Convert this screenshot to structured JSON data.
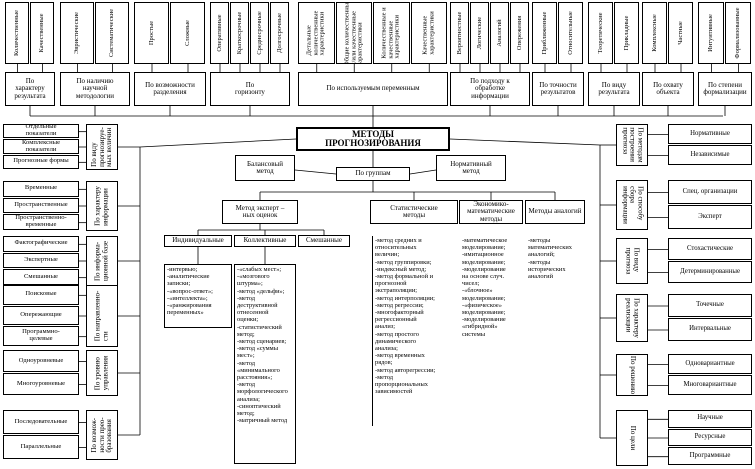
{
  "center": {
    "title": "МЕТОДЫ\nПРОГНОЗИРОВАНИЯ",
    "groups": "По группам"
  },
  "top_categories": [
    {
      "id": "t1",
      "label": "По\nхарактеру\nрезультата",
      "items": [
        "Количественные",
        "Качественные"
      ]
    },
    {
      "id": "t2",
      "label": "По наличию\nнаучной\nметодологии",
      "items": [
        "Эвристические",
        "Систематические"
      ]
    },
    {
      "id": "t3",
      "label": "По возможности\nразделения",
      "items": [
        "Простые",
        "Сложные"
      ]
    },
    {
      "id": "t4",
      "label": "По\nгоризонту",
      "items": [
        "Оперативные",
        "Краткосрочные",
        "Среднесрочные",
        "Долгосрочные"
      ]
    },
    {
      "id": "t5",
      "label": "По используемым переменным",
      "items": [
        "Детальные\nколичественные\nхарактеристики",
        "Общие количественные\nи/или качественные\nхарактеристики",
        "Количественные и\nкачественные\nхарактеристики",
        "Качественные\nхарактеристики"
      ]
    },
    {
      "id": "t6",
      "label": "По подходу к\nобработке\nинформации",
      "items": [
        "Вероятностные",
        "Логические",
        "Аналогий",
        "Опережения"
      ]
    },
    {
      "id": "t7",
      "label": "По точности\nрезультатов",
      "items": [
        "Приближенные",
        "Относительные"
      ]
    },
    {
      "id": "t8",
      "label": "По виду\nрезультата",
      "items": [
        "Теоретические",
        "Прикладные"
      ]
    },
    {
      "id": "t9",
      "label": "По охвату\nобъекта",
      "items": [
        "Комплексные",
        "Частные"
      ]
    },
    {
      "id": "t10",
      "label": "По степени\nформализации",
      "items": [
        "Интуитивные",
        "Формализованные"
      ]
    }
  ],
  "left_categories": [
    {
      "id": "l1",
      "label": "По виду\nпрогнозируе-\nмых величин",
      "items": [
        "Отдельные\nпоказатели",
        "Комплексные\nпоказатели",
        "Прогнозные формы"
      ]
    },
    {
      "id": "l2",
      "label": "По характеру\nинформации",
      "items": [
        "Временные",
        "Пространственные",
        "Пространственно-\nвременные"
      ]
    },
    {
      "id": "l3",
      "label": "По информа-\nционной базе",
      "items": [
        "Фактографические",
        "Экспертные",
        "Смешанные"
      ]
    },
    {
      "id": "l4",
      "label": "По направленно-\nсти",
      "items": [
        "Поисковые",
        "Опережающие",
        "Программно-\nцелевые"
      ]
    },
    {
      "id": "l5",
      "label": "По уровню\nуправления",
      "items": [
        "Одноуровневые",
        "Многоуровневые"
      ]
    },
    {
      "id": "l6",
      "label": "По возмож-\nности прео-\nбразования",
      "items": [
        "Последовательные",
        "Параллельные"
      ]
    }
  ],
  "right_categories": [
    {
      "id": "r1",
      "label": "По методам\nпостроения\nпрогноза",
      "items": [
        "Нормативные",
        "Независимые"
      ]
    },
    {
      "id": "r2",
      "label": "По способу\nсбора\nинформации",
      "items": [
        "Спец. организации",
        "Эксперт"
      ]
    },
    {
      "id": "r3",
      "label": "По виду\nпрогноза",
      "items": [
        "Стохастические",
        "Детерминированные"
      ]
    },
    {
      "id": "r4",
      "label": "По характеру\nреализации",
      "items": [
        "Точечные",
        "Интервальные"
      ]
    },
    {
      "id": "r5",
      "label": "По решению",
      "items": [
        "Одновариантные",
        "Многовариантные"
      ]
    },
    {
      "id": "r6",
      "label": "По цели",
      "items": [
        "Научные",
        "Ресурсные",
        "Программные"
      ]
    }
  ],
  "groups": {
    "balance": "Балансовый\nметод",
    "normative": "Нормативный\nметод",
    "expert": "Метод эксперт –\nных оценок",
    "individual": "Индивидуальные",
    "collective": "Коллективные",
    "mixed": "Смешанные",
    "statistical": "Статистические\nметоды",
    "econmath": "Экономико-\nматематические\nметоды",
    "analogy": "Методы аналогий"
  },
  "lists": {
    "individual": "-интервью;\n-аналитические\nзаписки;\n-«вопрос-ответ»;\n-«интеллекта»;\n-«ранжирования\nпеременных»",
    "collective": "-«слабых мест»;\n-«мозгового\nштурма»;\n-метод «дельфи»;\n-метод\nдеструктивной\nотнесенной\nоценки;\n-статистический\nметод;\n-метод сценариев;\n-метод «суммы\nмест»;\n-метод\n«минимального\nрасстояния»;\n-метод\nморфологического\nанализа;\n-синоптический\nметод;\n-матричный метод",
    "statistical": "-метод средних и\nотносительных\nвеличин;\n-метод группировки;\n-индексный метод;\n-метод формальной и\nпрогнозной\nэкстраполяции;\n-метод интерполяции;\n-метод регрессии;\n-многофакторный\nрегрессионный\nанализ;\n-метод простого\nдинамического\nанализа;\n-метод временных\nрядов;\n-метод авторегрессии;\n-метод\nпропорциональных\nзависимостей",
    "econmath": "-математическое\nмоделирование;\n-имитационное\nмоделирование;\n-моделирование\nна основе случ.\nчисел;\n-«блочное»\nмоделирование;\n-«физическое»\nмоделирование;\n-моделирование\n«гибридной»\nсистемы",
    "analogy": "-методы\nматематических\nаналогий;\n-методы\nисторических\nаналогий"
  }
}
